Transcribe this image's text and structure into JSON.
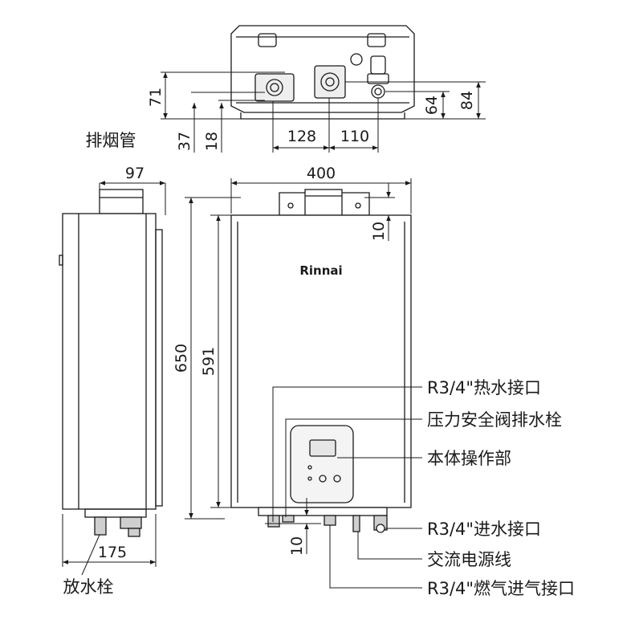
{
  "dimensions": {
    "top_71": "71",
    "top_37": "37",
    "top_18": "18",
    "top_128": "128",
    "top_110": "110",
    "top_64": "64",
    "top_84": "84",
    "side_97": "97",
    "side_650": "650",
    "side_175": "175",
    "front_400": "400",
    "front_591": "591",
    "front_10_top": "10",
    "front_10_bottom": "10"
  },
  "labels": {
    "flue_pipe": "排烟管",
    "drain_plug": "放水栓",
    "hot_water_outlet": "R3/4\"热水接口",
    "pressure_relief_valve": "压力安全阀排水栓",
    "control_panel": "本体操作部",
    "cold_water_inlet": "R3/4\"进水接口",
    "ac_power_cord": "交流电源线",
    "gas_inlet": "R3/4\"燃气进气接口"
  },
  "brand": {
    "logo_text": "Rinnai"
  },
  "colors": {
    "line": "#1a1a1a",
    "body_fill": "#ffffff",
    "panel_fill": "#f4f4f4",
    "screen_fill": "#e6e6e6",
    "fitting_fill": "#cfcfcf"
  }
}
